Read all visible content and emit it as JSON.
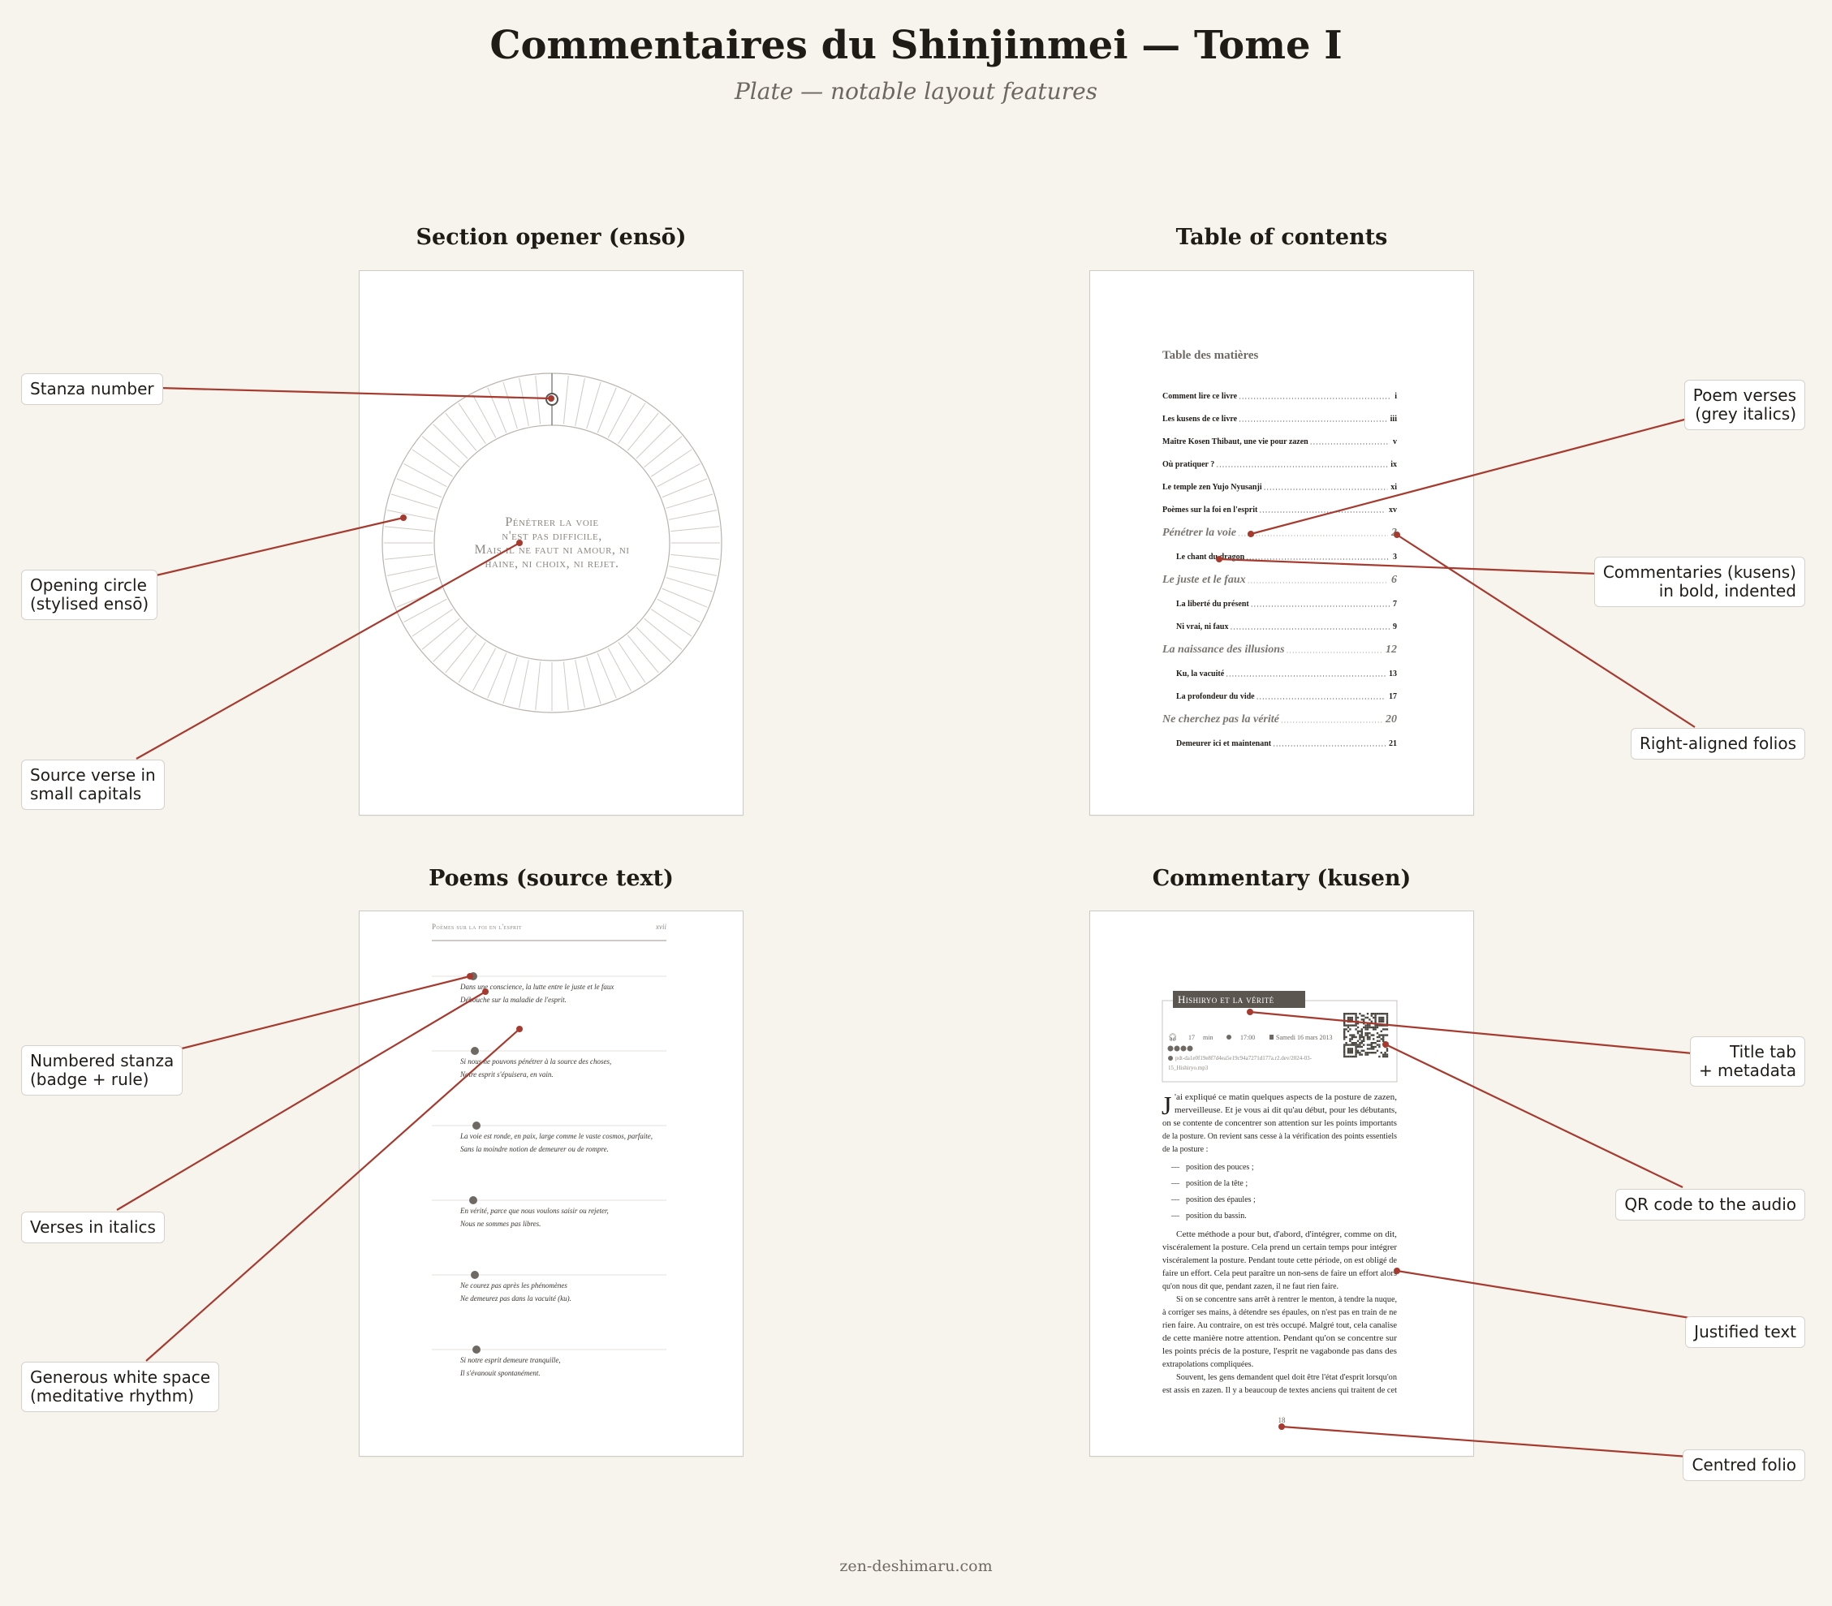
{
  "header": {
    "title": "Commentaires du Shinjinmei — Tome I",
    "subtitle": "Plate — notable layout features"
  },
  "footer": {
    "credit": "zen-deshimaru.com"
  },
  "panels": {
    "opener": {
      "title": "Section opener (ensō)",
      "verse": [
        "Pénétrer la voie",
        "n'est pas difficile,",
        "Mais il ne faut ni amour, ni",
        "haine, ni choix, ni rejet."
      ]
    },
    "toc": {
      "title": "Table of contents",
      "heading": "Table des matières",
      "entries": [
        {
          "label": "Comment lire ce livre",
          "folio": "i",
          "kind": "front"
        },
        {
          "label": "Les kusens de ce livre",
          "folio": "iii",
          "kind": "front"
        },
        {
          "label": "Maître Kosen Thibaut, une vie pour zazen",
          "folio": "v",
          "kind": "front"
        },
        {
          "label": "Où pratiquer ?",
          "folio": "ix",
          "kind": "front"
        },
        {
          "label": "Le temple zen Yujo Nyusanji",
          "folio": "xi",
          "kind": "front"
        },
        {
          "label": "Poèmes sur la foi en l'esprit",
          "folio": "xv",
          "kind": "front"
        },
        {
          "label": "Pénétrer la voie",
          "folio": "2",
          "kind": "poem"
        },
        {
          "label": "Le chant du dragon",
          "folio": "3",
          "kind": "kusen"
        },
        {
          "label": "Le juste et le faux",
          "folio": "6",
          "kind": "poem"
        },
        {
          "label": "La liberté du présent",
          "folio": "7",
          "kind": "kusen"
        },
        {
          "label": "Ni vrai, ni faux",
          "folio": "9",
          "kind": "kusen"
        },
        {
          "label": "La naissance des illusions",
          "folio": "12",
          "kind": "poem"
        },
        {
          "label": "Ku, la vacuité",
          "folio": "13",
          "kind": "kusen"
        },
        {
          "label": "La profondeur du vide",
          "folio": "17",
          "kind": "kusen"
        },
        {
          "label": "Ne cherchez pas la vérité",
          "folio": "20",
          "kind": "poem"
        },
        {
          "label": "Demeurer ici et maintenant",
          "folio": "21",
          "kind": "kusen"
        }
      ]
    },
    "poems": {
      "title": "Poems (source text)",
      "running_head": "Poèmes sur la foi en l'esprit",
      "folio": "xvii",
      "stanzas": [
        {
          "lines": [
            "Dans une conscience, la lutte entre le juste et le faux",
            "Débouche sur la maladie de l'esprit."
          ]
        },
        {
          "lines": [
            "Si nous ne pouvons pénétrer à la source des choses,",
            "Notre esprit s'épuisera, en vain."
          ]
        },
        {
          "lines": [
            "La voie est ronde, en paix, large comme le vaste cosmos, parfaite,",
            "Sans la moindre notion de demeurer ou de rompre."
          ]
        },
        {
          "lines": [
            "En vérité, parce que nous voulons saisir ou rejeter,",
            "Nous ne sommes pas libres."
          ]
        },
        {
          "lines": [
            "Ne courez pas après les phénomènes",
            "Ne demeurez pas dans la vacuité (ku)."
          ]
        },
        {
          "lines": [
            "Si notre esprit demeure tranquille,",
            "Il s'évanouit spontanément."
          ]
        }
      ]
    },
    "commentary": {
      "title": "Commentary (kusen)",
      "tab_title": "Hishiryo et la vérité",
      "meta_duration": "17",
      "meta_unit": "min",
      "meta_time": "17:00",
      "meta_date": "Samedi 16 mars 2013",
      "meta_id": "pdt-da1e0f19e8f7d4ea5e19c94a7271d177a.r2.dev/2024-03-",
      "meta_file": "15_Hishiryo.mp3",
      "dropcap": "J",
      "first_line": "'ai expliqué ce matin quelques aspects de la posture de zazen,",
      "para1": [
        "merveilleuse. Et je vous ai dit qu'au début, pour les débutants,",
        "on se contente de concentrer son attention sur les points importants",
        "de la posture. On revient sans cesse à la vérification des points essentiels",
        "de la posture :"
      ],
      "list": [
        "position des pouces ;",
        "position de la tête ;",
        "position des épaules ;",
        "position du bassin."
      ],
      "para2": [
        "Cette méthode a pour but, d'abord, d'intégrer, comme on dit,",
        "viscéralement la posture. Cela prend un certain temps pour intégrer",
        "viscéralement la posture. Pendant toute cette période, on est obligé de",
        "faire un effort. Cela peut paraître un non-sens de faire un effort alors",
        "qu'on nous dit que, pendant zazen, il ne faut rien faire.",
        "Si on se concentre sans arrêt à rentrer le menton, à tendre la nuque,",
        "à corriger ses mains, à détendre ses épaules, on n'est pas en train de ne",
        "rien faire. Au contraire, on est très occupé. Malgré tout, cela canalise",
        "de cette manière notre attention. Pendant qu'on se concentre sur",
        "les points précis de la posture, l'esprit ne vagabonde pas dans des",
        "extrapolations compliquées.",
        "Souvent, les gens demandent quel doit être l'état d'esprit lorsqu'on",
        "est assis en zazen. Il y a beaucoup de textes anciens qui traitent de cet"
      ],
      "folio": "18"
    }
  },
  "callouts": {
    "stanza_number": "Stanza number",
    "opening_circle": "Opening circle\n(stylised ensō)",
    "source_verse": "Source verse in\nsmall capitals",
    "poem_verses": "Poem verses\n(grey italics)",
    "commentaries": "Commentaries (kusens)\nin bold, indented",
    "right_folios": "Right-aligned folios",
    "numbered_stanza": "Numbered stanza\n(badge + rule)",
    "verses_italics": "Verses in italics",
    "white_space": "Generous white space\n(meditative rhythm)",
    "title_tab": "Title tab\n+ metadata",
    "qr_code": "QR code to the audio",
    "justified": "Justified text",
    "centred_folio": "Centred folio"
  },
  "colors": {
    "background": "#f7f4ee",
    "leader": "#a63a2e",
    "tab": "#5b5650"
  }
}
